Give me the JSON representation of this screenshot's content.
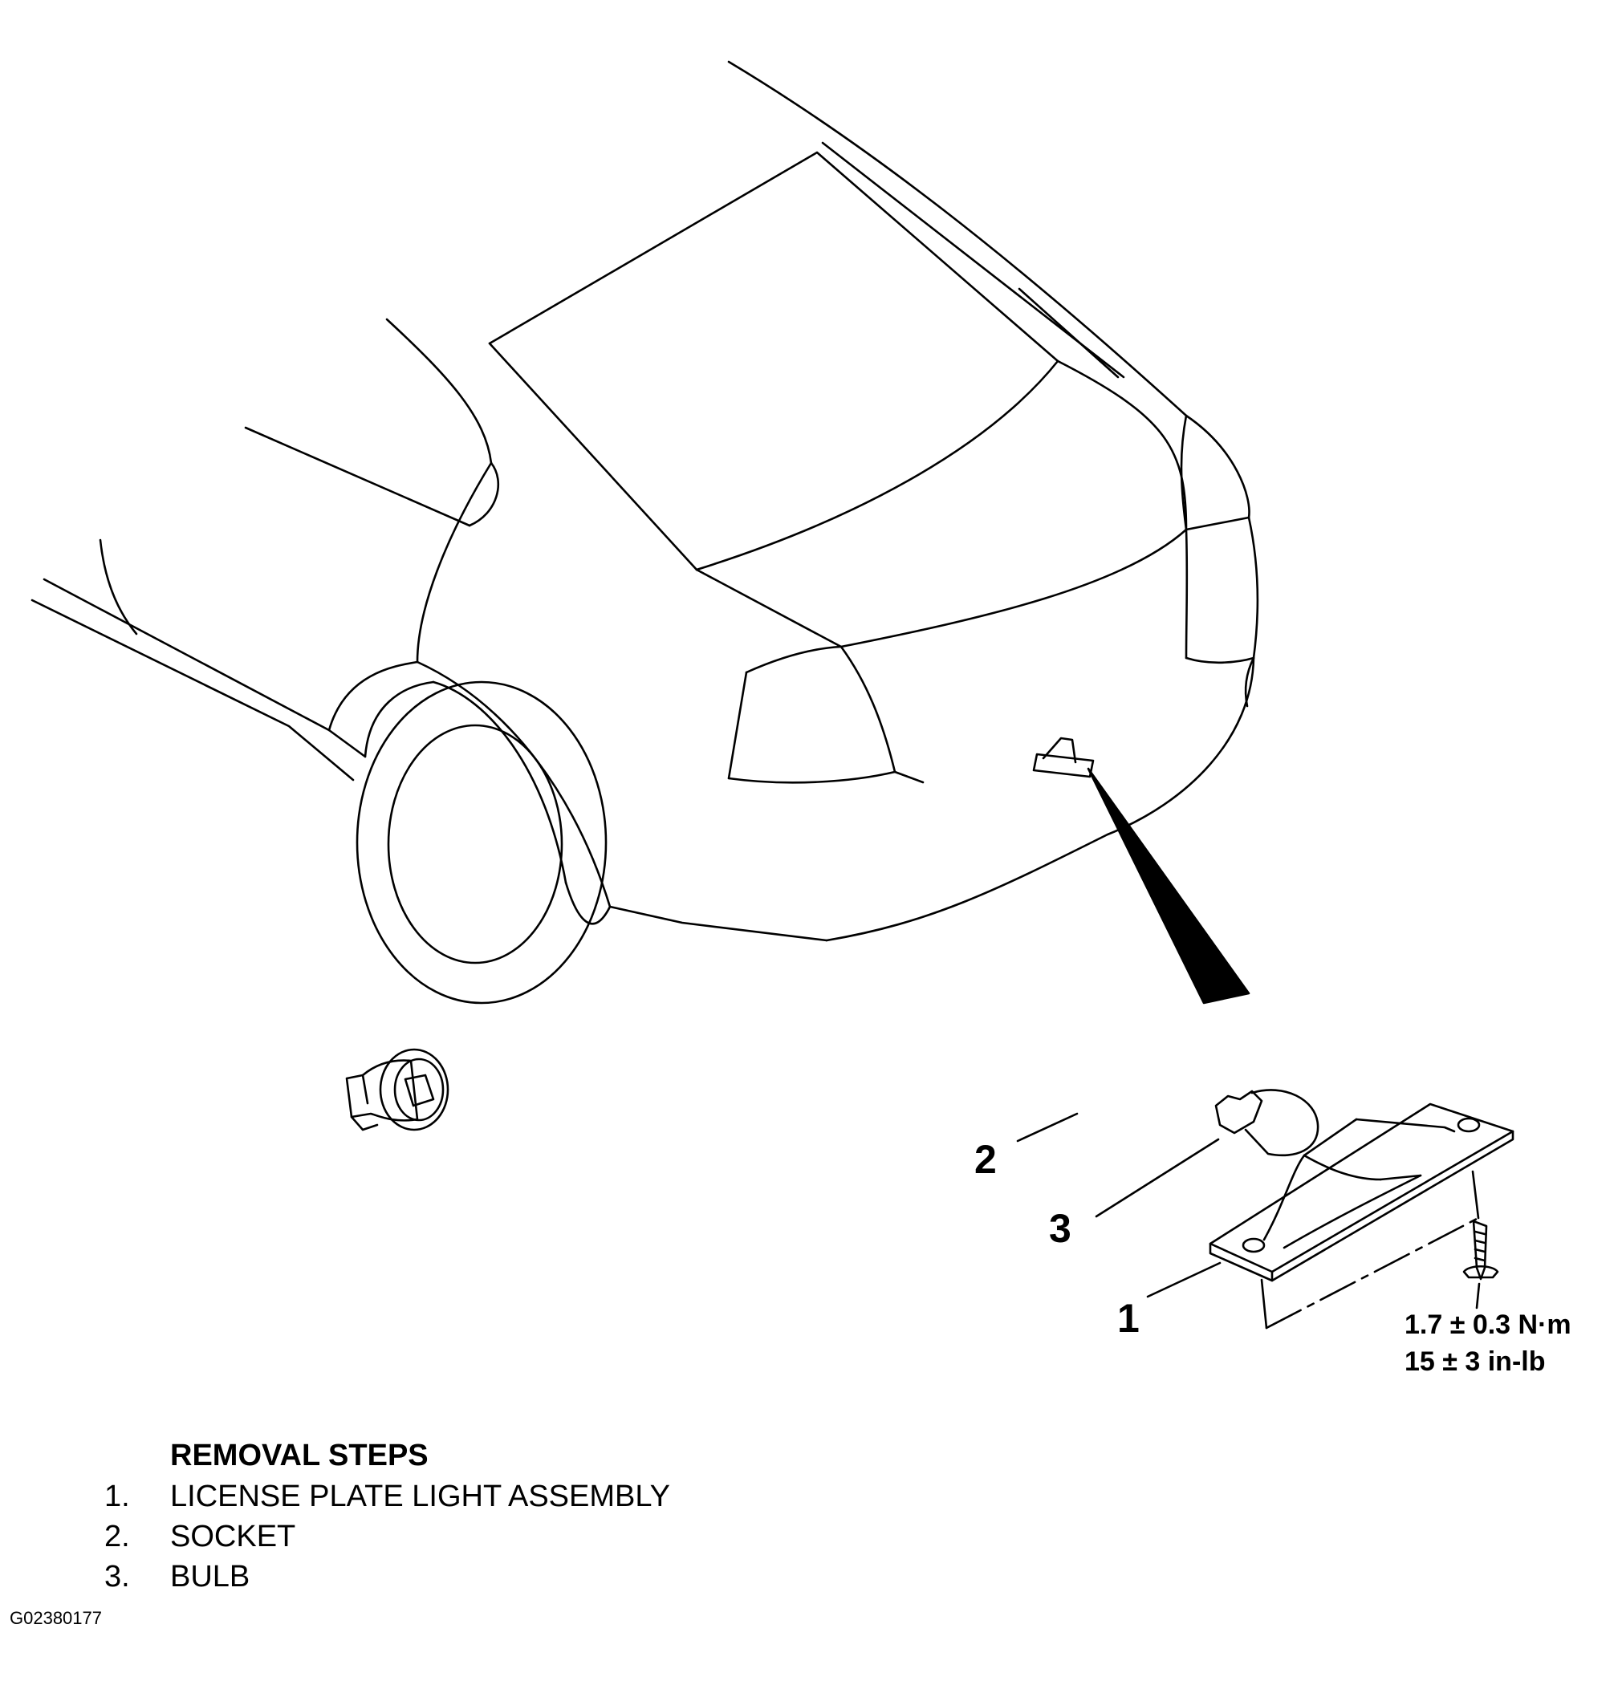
{
  "callouts": {
    "socket": "2",
    "bulb": "3",
    "assembly": "1"
  },
  "torque": {
    "metric": "1.7 ± 0.3 N·m",
    "imperial": "15 ± 3 in-lb"
  },
  "removal": {
    "title": "REMOVAL STEPS",
    "steps": [
      {
        "num": "1.",
        "label": "LICENSE PLATE LIGHT ASSEMBLY"
      },
      {
        "num": "2.",
        "label": "SOCKET"
      },
      {
        "num": "3.",
        "label": "BULB"
      }
    ]
  },
  "figure_id": "G02380177"
}
